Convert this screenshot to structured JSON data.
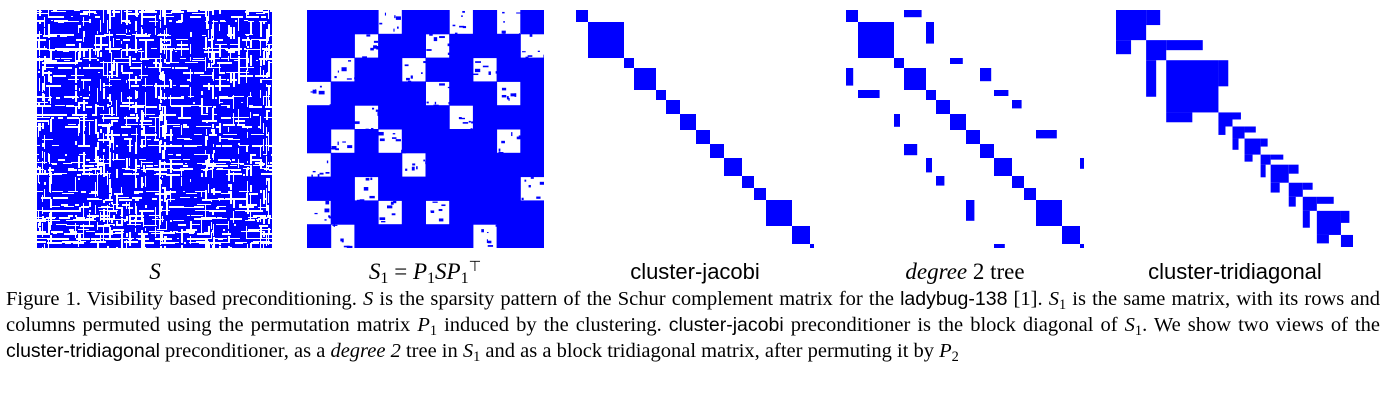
{
  "colors": {
    "matrix": "#0000ff",
    "background": "#ffffff"
  },
  "panels": [
    {
      "id": "S",
      "label_italic": "S",
      "label_rest": ""
    },
    {
      "id": "S1",
      "label_italic": "S",
      "sub": "1",
      "label_rest": " = ",
      "rhs_a": "P",
      "rhs_a_sub": "1",
      "rhs_b": "SP",
      "rhs_b_sub": "1",
      "rhs_b_sup": "⊤"
    },
    {
      "id": "cluster-jacobi",
      "label": "cluster-jacobi"
    },
    {
      "id": "degree2",
      "label_italic": "degree",
      "label_rest": " 2 tree"
    },
    {
      "id": "cluster-tridiagonal",
      "label": "cluster-tridiagonal"
    }
  ],
  "caption": {
    "t1": "Figure 1. Visibility based preconditioning. ",
    "S": "S",
    "t2": " is the sparsity pattern of the Schur complement matrix for the ",
    "dataset": "ladybug-138",
    "t3": " [1]. ",
    "S1": "S",
    "S1_sub": "1",
    "t4": " is the same matrix, with its rows and columns permuted using the permutation matrix ",
    "P1": "P",
    "P1_sub": "1",
    "t5": " induced by the clustering. ",
    "cj": "cluster-jacobi",
    "t6": " preconditioner is the block diagonal of ",
    "S1b": "S",
    "S1b_sub": "1",
    "t7": ". We show two views of the ",
    "ct": "cluster-tridiagonal",
    "t8": " preconditioner, as a ",
    "deg": "degree 2",
    "t9": " tree in ",
    "S1c": "S",
    "S1c_sub": "1",
    "t10": " and as a block tridiagonal matrix, after permuting it by ",
    "P2": "P",
    "P2_sub": "2"
  }
}
